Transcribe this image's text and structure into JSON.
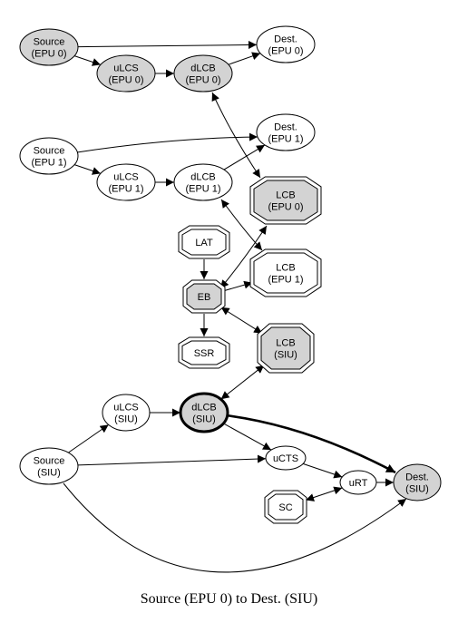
{
  "caption": "Source (EPU 0) to Dest. (SIU)",
  "colors": {
    "highlight_fill": "#d3d3d3",
    "plain_fill": "#ffffff",
    "stroke": "#000000"
  },
  "nodes": {
    "source_epu0": {
      "lines": [
        "Source",
        "(EPU 0)"
      ],
      "shape": "ellipse",
      "highlight": true
    },
    "dest_epu0": {
      "lines": [
        "Dest.",
        "(EPU 0)"
      ],
      "shape": "ellipse",
      "highlight": false
    },
    "ulcs_epu0": {
      "lines": [
        "uLCS",
        "(EPU 0)"
      ],
      "shape": "ellipse",
      "highlight": true
    },
    "dlcb_epu0": {
      "lines": [
        "dLCB",
        "(EPU 0)"
      ],
      "shape": "ellipse",
      "highlight": true
    },
    "source_epu1": {
      "lines": [
        "Source",
        "(EPU 1)"
      ],
      "shape": "ellipse",
      "highlight": false
    },
    "dest_epu1": {
      "lines": [
        "Dest.",
        "(EPU 1)"
      ],
      "shape": "ellipse",
      "highlight": false
    },
    "ulcs_epu1": {
      "lines": [
        "uLCS",
        "(EPU 1)"
      ],
      "shape": "ellipse",
      "highlight": false
    },
    "dlcb_epu1": {
      "lines": [
        "dLCB",
        "(EPU 1)"
      ],
      "shape": "ellipse",
      "highlight": false
    },
    "lcb_epu0": {
      "lines": [
        "LCB",
        "(EPU 0)"
      ],
      "shape": "double-octagon",
      "highlight": true
    },
    "lat": {
      "lines": [
        "LAT"
      ],
      "shape": "double-octagon",
      "highlight": false
    },
    "lcb_epu1": {
      "lines": [
        "LCB",
        "(EPU 1)"
      ],
      "shape": "double-octagon",
      "highlight": false
    },
    "eb": {
      "lines": [
        "EB"
      ],
      "shape": "double-octagon",
      "highlight": true
    },
    "ssr": {
      "lines": [
        "SSR"
      ],
      "shape": "double-octagon",
      "highlight": false
    },
    "lcb_siu": {
      "lines": [
        "LCB",
        "(SIU)"
      ],
      "shape": "double-octagon",
      "highlight": true
    },
    "ulcs_siu": {
      "lines": [
        "uLCS",
        "(SIU)"
      ],
      "shape": "ellipse",
      "highlight": false
    },
    "dlcb_siu": {
      "lines": [
        "dLCB",
        "(SIU)"
      ],
      "shape": "ellipse",
      "highlight": true,
      "bold": true
    },
    "source_siu": {
      "lines": [
        "Source",
        "(SIU)"
      ],
      "shape": "ellipse",
      "highlight": false
    },
    "ucts": {
      "lines": [
        "uCTS"
      ],
      "shape": "ellipse",
      "highlight": false
    },
    "urt": {
      "lines": [
        "uRT"
      ],
      "shape": "ellipse",
      "highlight": false
    },
    "dest_siu": {
      "lines": [
        "Dest.",
        "(SIU)"
      ],
      "shape": "ellipse",
      "highlight": true
    },
    "sc": {
      "lines": [
        "SC"
      ],
      "shape": "double-octagon",
      "highlight": false
    }
  },
  "edges": [
    {
      "from": "source_epu0",
      "to": "dest_epu0",
      "dir": "forward"
    },
    {
      "from": "source_epu0",
      "to": "ulcs_epu0",
      "dir": "forward"
    },
    {
      "from": "ulcs_epu0",
      "to": "dlcb_epu0",
      "dir": "forward"
    },
    {
      "from": "dlcb_epu0",
      "to": "dest_epu0",
      "dir": "forward"
    },
    {
      "from": "dlcb_epu0",
      "to": "lcb_epu0",
      "dir": "both"
    },
    {
      "from": "source_epu1",
      "to": "dest_epu1",
      "dir": "forward"
    },
    {
      "from": "source_epu1",
      "to": "ulcs_epu1",
      "dir": "forward"
    },
    {
      "from": "ulcs_epu1",
      "to": "dlcb_epu1",
      "dir": "forward"
    },
    {
      "from": "dlcb_epu1",
      "to": "dest_epu1",
      "dir": "forward"
    },
    {
      "from": "dlcb_epu1",
      "to": "lcb_epu1",
      "dir": "both"
    },
    {
      "from": "lat",
      "to": "eb",
      "dir": "forward"
    },
    {
      "from": "eb",
      "to": "lcb_epu0",
      "dir": "both"
    },
    {
      "from": "eb",
      "to": "lcb_epu1",
      "dir": "forward"
    },
    {
      "from": "eb",
      "to": "ssr",
      "dir": "forward"
    },
    {
      "from": "eb",
      "to": "lcb_siu",
      "dir": "both"
    },
    {
      "from": "dlcb_siu",
      "to": "lcb_siu",
      "dir": "both"
    },
    {
      "from": "ulcs_siu",
      "to": "dlcb_siu",
      "dir": "forward"
    },
    {
      "from": "source_siu",
      "to": "ulcs_siu",
      "dir": "forward"
    },
    {
      "from": "source_siu",
      "to": "ucts",
      "dir": "forward"
    },
    {
      "from": "dlcb_siu",
      "to": "ucts",
      "dir": "forward"
    },
    {
      "from": "dlcb_siu",
      "to": "dest_siu",
      "dir": "forward",
      "bold": true
    },
    {
      "from": "ucts",
      "to": "urt",
      "dir": "forward"
    },
    {
      "from": "urt",
      "to": "dest_siu",
      "dir": "forward"
    },
    {
      "from": "sc",
      "to": "urt",
      "dir": "both"
    },
    {
      "from": "source_siu",
      "to": "dest_siu",
      "dir": "forward"
    }
  ]
}
